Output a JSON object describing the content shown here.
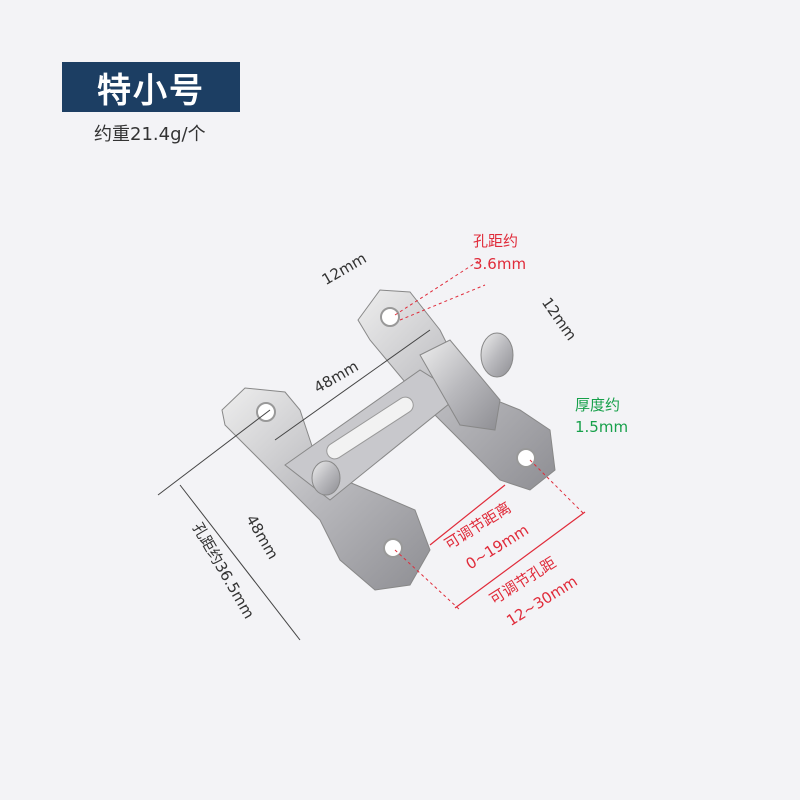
{
  "header": {
    "title": "特小号",
    "weight": "约重21.4g/个"
  },
  "dimensions": {
    "top_width": "12mm",
    "hole_spacing_label": "孔距约",
    "hole_spacing_value": "3.6mm",
    "knob_width": "12mm",
    "bar_length": "48mm",
    "thickness_label": "厚度约",
    "thickness_value": "1.5mm",
    "plate_length": "48mm",
    "plate_hole_spacing": "孔距约36.5mm",
    "adjust_distance_label": "可调节距离",
    "adjust_distance_value": "0~19mm",
    "adjust_hole_label": "可调节孔距",
    "adjust_hole_value": "12~30mm"
  },
  "colors": {
    "title_bg": "#1c3e63",
    "annotation_red": "#e02b3a",
    "annotation_green": "#16a04a"
  }
}
